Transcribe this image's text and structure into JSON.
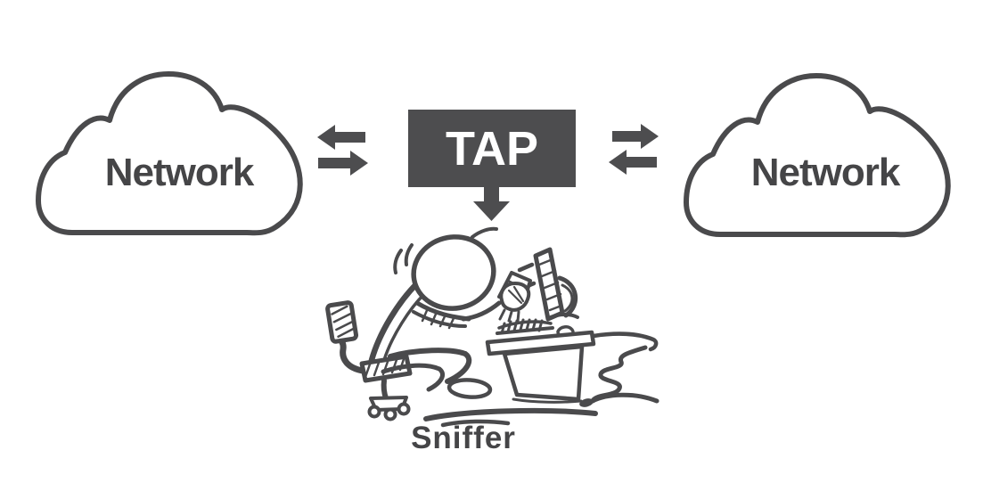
{
  "diagram": {
    "background_color": "#ffffff",
    "ink_color": "#4a4a4c",
    "left_cloud": {
      "label": "Network"
    },
    "right_cloud": {
      "label": "Network"
    },
    "tap_box": {
      "label": "TAP",
      "fill_color": "#4d4d4f",
      "text_color": "#ffffff"
    },
    "sniffer": {
      "label": "Sniffer"
    },
    "icons": [
      "cloud-icon-left",
      "cloud-icon-right",
      "bidirectional-arrows-left-icon",
      "bidirectional-arrows-right-icon",
      "down-arrow-icon",
      "sniffer-at-desk-illustration"
    ],
    "connections": [
      {
        "from": "Network (left)",
        "to": "TAP",
        "style": "two opposing horizontal arrows"
      },
      {
        "from": "TAP",
        "to": "Network (right)",
        "style": "two opposing horizontal arrows"
      },
      {
        "from": "TAP",
        "to": "Sniffer",
        "style": "single down arrow"
      }
    ]
  }
}
